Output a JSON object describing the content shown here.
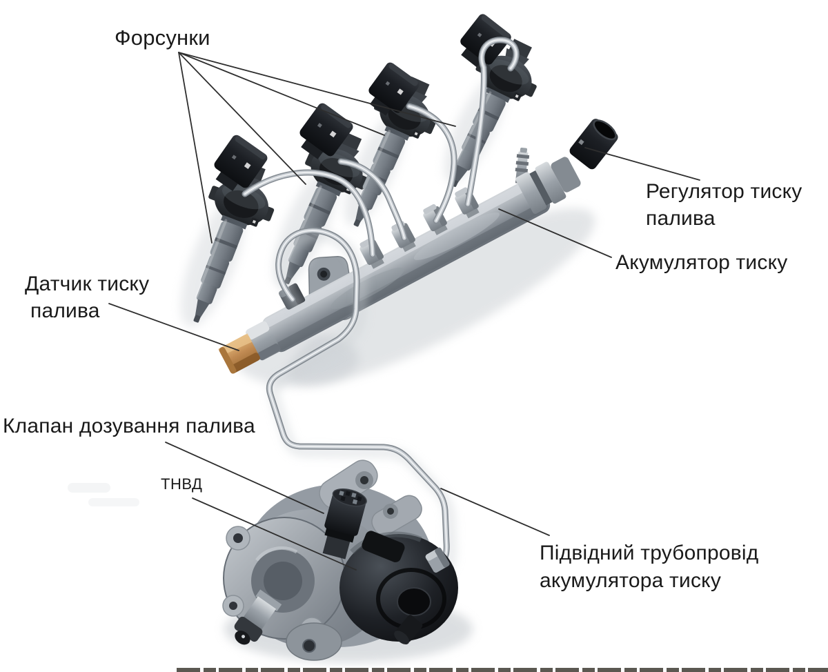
{
  "diagram": {
    "type": "labeled-diagram",
    "subject": "Common rail diesel fuel injection system",
    "language": "uk",
    "labels": {
      "injectors": "Форсунки",
      "pressure_regulator": [
        "Регулятор тиску",
        "палива"
      ],
      "accumulator": "Акумулятор тиску",
      "pressure_sensor": [
        "Датчик тиску",
        "палива"
      ],
      "metering_valve": "Клапан дозування палива",
      "pump_abbr": "ТНВД",
      "supply_pipe": [
        "Підвідний трубопровід",
        "акумулятора тиску"
      ]
    },
    "colors": {
      "background": "#ffffff",
      "label_text": "#1a1a1a",
      "leader_line": "#2e2e2e",
      "metal_light": "#c7ccd1",
      "metal_mid": "#8a9198",
      "metal_dark": "#4c535b",
      "plastic_black": "#15171a",
      "sensor_orange": "#c08a52"
    }
  }
}
